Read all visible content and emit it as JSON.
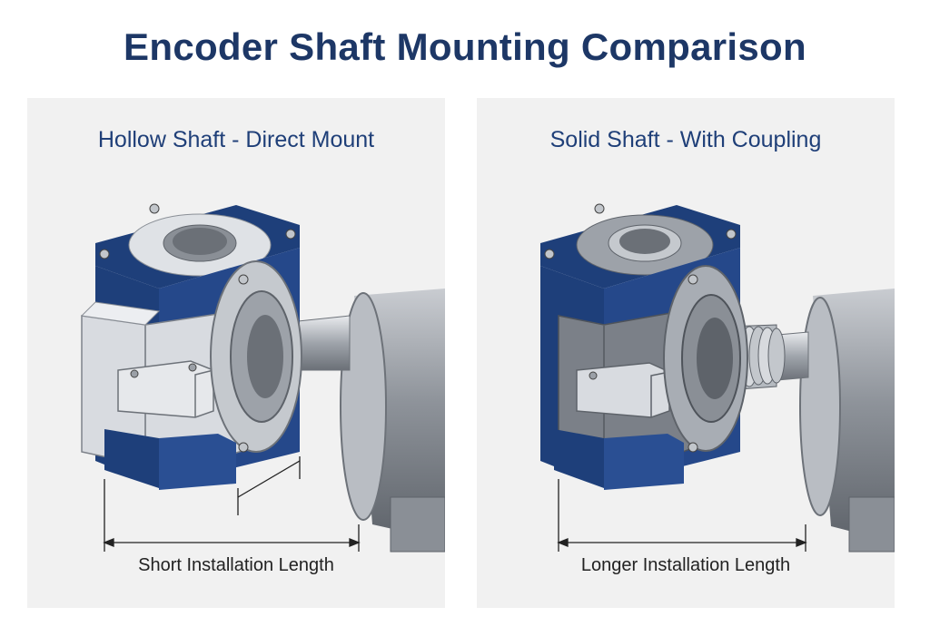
{
  "title": "Encoder Shaft Mounting Comparison",
  "panels": {
    "left": {
      "heading": "Hollow Shaft - Direct Mount",
      "dimension_label": "Short Installation Length"
    },
    "right": {
      "heading": "Solid Shaft - With Coupling",
      "dimension_label": "Longer Installation Length"
    }
  },
  "colors": {
    "title": "#1d3766",
    "heading": "#1f3f78",
    "housing_blue": "#1e3f7a",
    "metal_light": "#d8dbe0",
    "metal_mid": "#a4a9b1",
    "metal_dark": "#6d7279",
    "panel_bg": "#f1f1f1"
  }
}
